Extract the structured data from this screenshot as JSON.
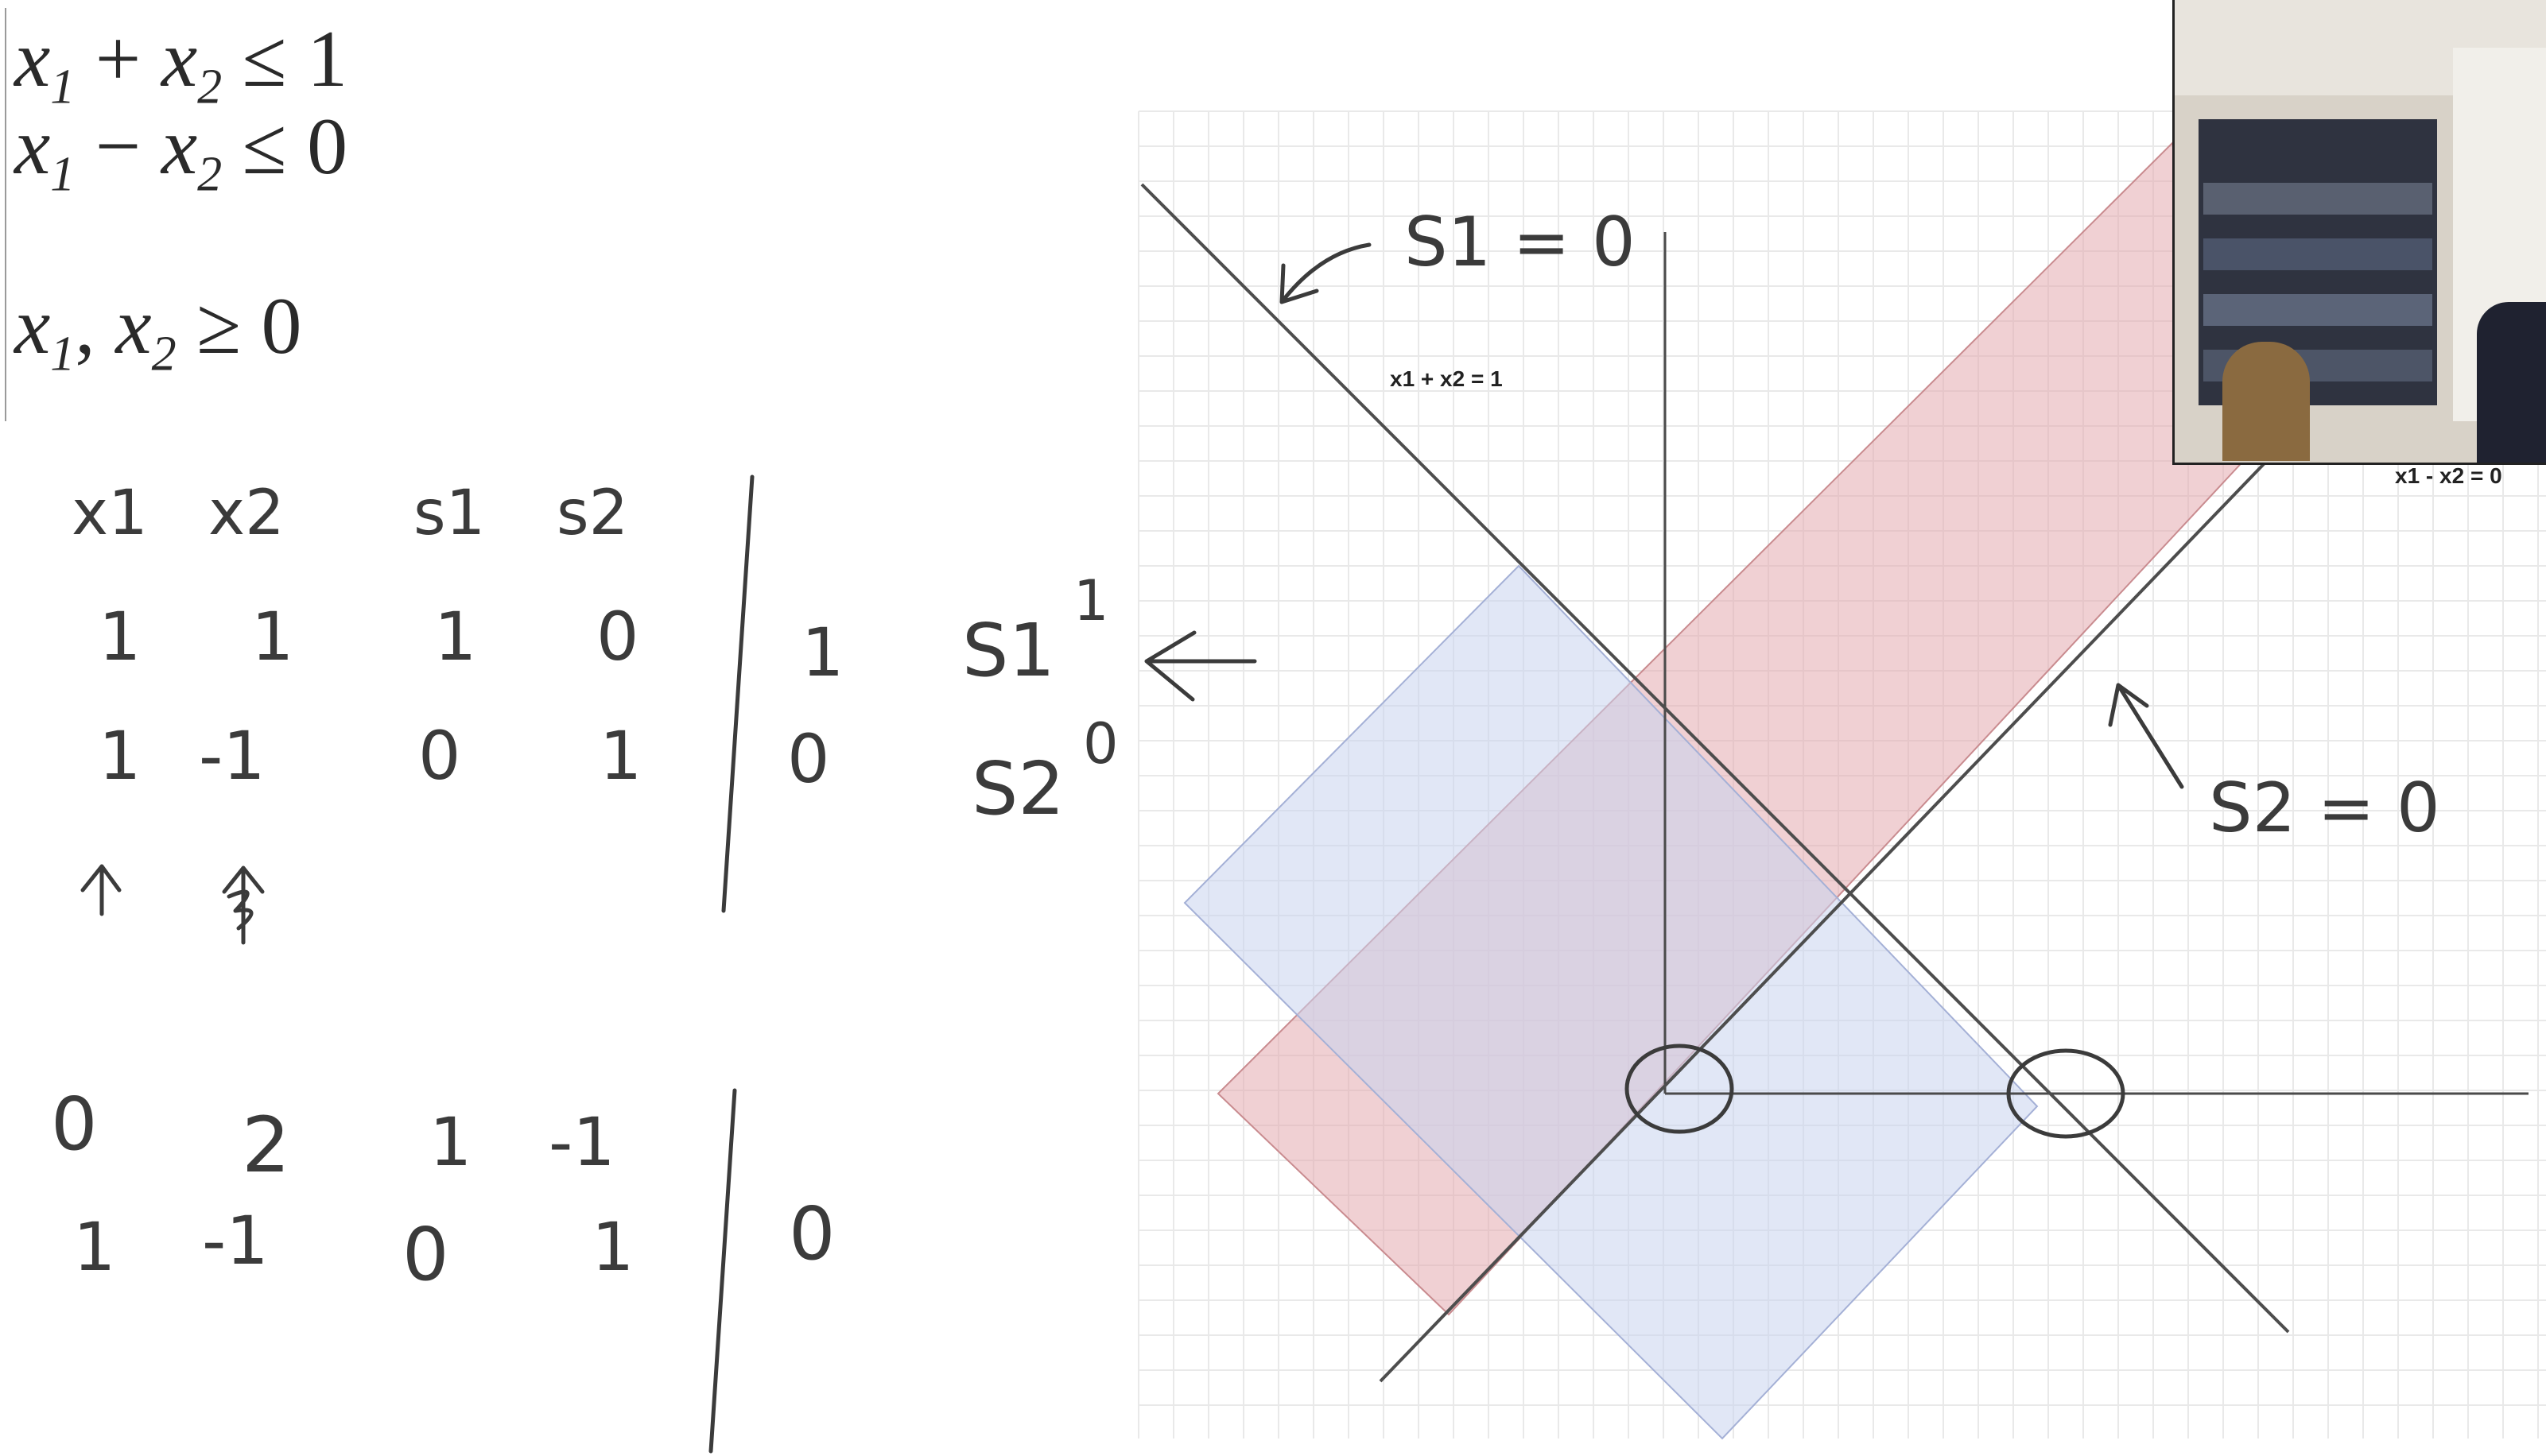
{
  "constraints": {
    "line1": {
      "a": "x",
      "a_sub": "1",
      "op": "+",
      "b": "x",
      "b_sub": "2",
      "rel": "≤",
      "rhs": "1"
    },
    "line2": {
      "a": "x",
      "a_sub": "1",
      "op": "−",
      "b": "x",
      "b_sub": "2",
      "rel": "≤",
      "rhs": "0"
    },
    "line3": {
      "a": "x",
      "a_sub": "1",
      "sep": ",",
      "b": "x",
      "b_sub": "2",
      "rel": "≥",
      "rhs": "0"
    }
  },
  "tableau_1": {
    "headers": [
      "x1",
      "x2",
      "s1",
      "s2"
    ],
    "rows": [
      {
        "cells": [
          "1",
          "1",
          "1",
          "0"
        ],
        "rhs": "1",
        "basis": "S1",
        "note": "1"
      },
      {
        "cells": [
          "1",
          "-1",
          "0",
          "1"
        ],
        "rhs": "0",
        "basis": "S2",
        "note": "0"
      }
    ]
  },
  "tableau_2": {
    "rows": [
      {
        "cells": [
          "0",
          "2",
          "1",
          "-1"
        ],
        "rhs": ""
      },
      {
        "cells": [
          "1",
          "-1",
          "0",
          "1"
        ],
        "rhs": "0"
      }
    ]
  },
  "graph": {
    "line_labels": {
      "sum": "x1 + x2 = 1",
      "diff": "x1 - x2 = 0"
    },
    "annotations": {
      "s1": "S1 = 0",
      "s2": "S2 = 0"
    },
    "colors": {
      "blue_region": "#c9d3ef",
      "red_region": "#e3aaae",
      "grid": "#e9e9e9"
    }
  }
}
